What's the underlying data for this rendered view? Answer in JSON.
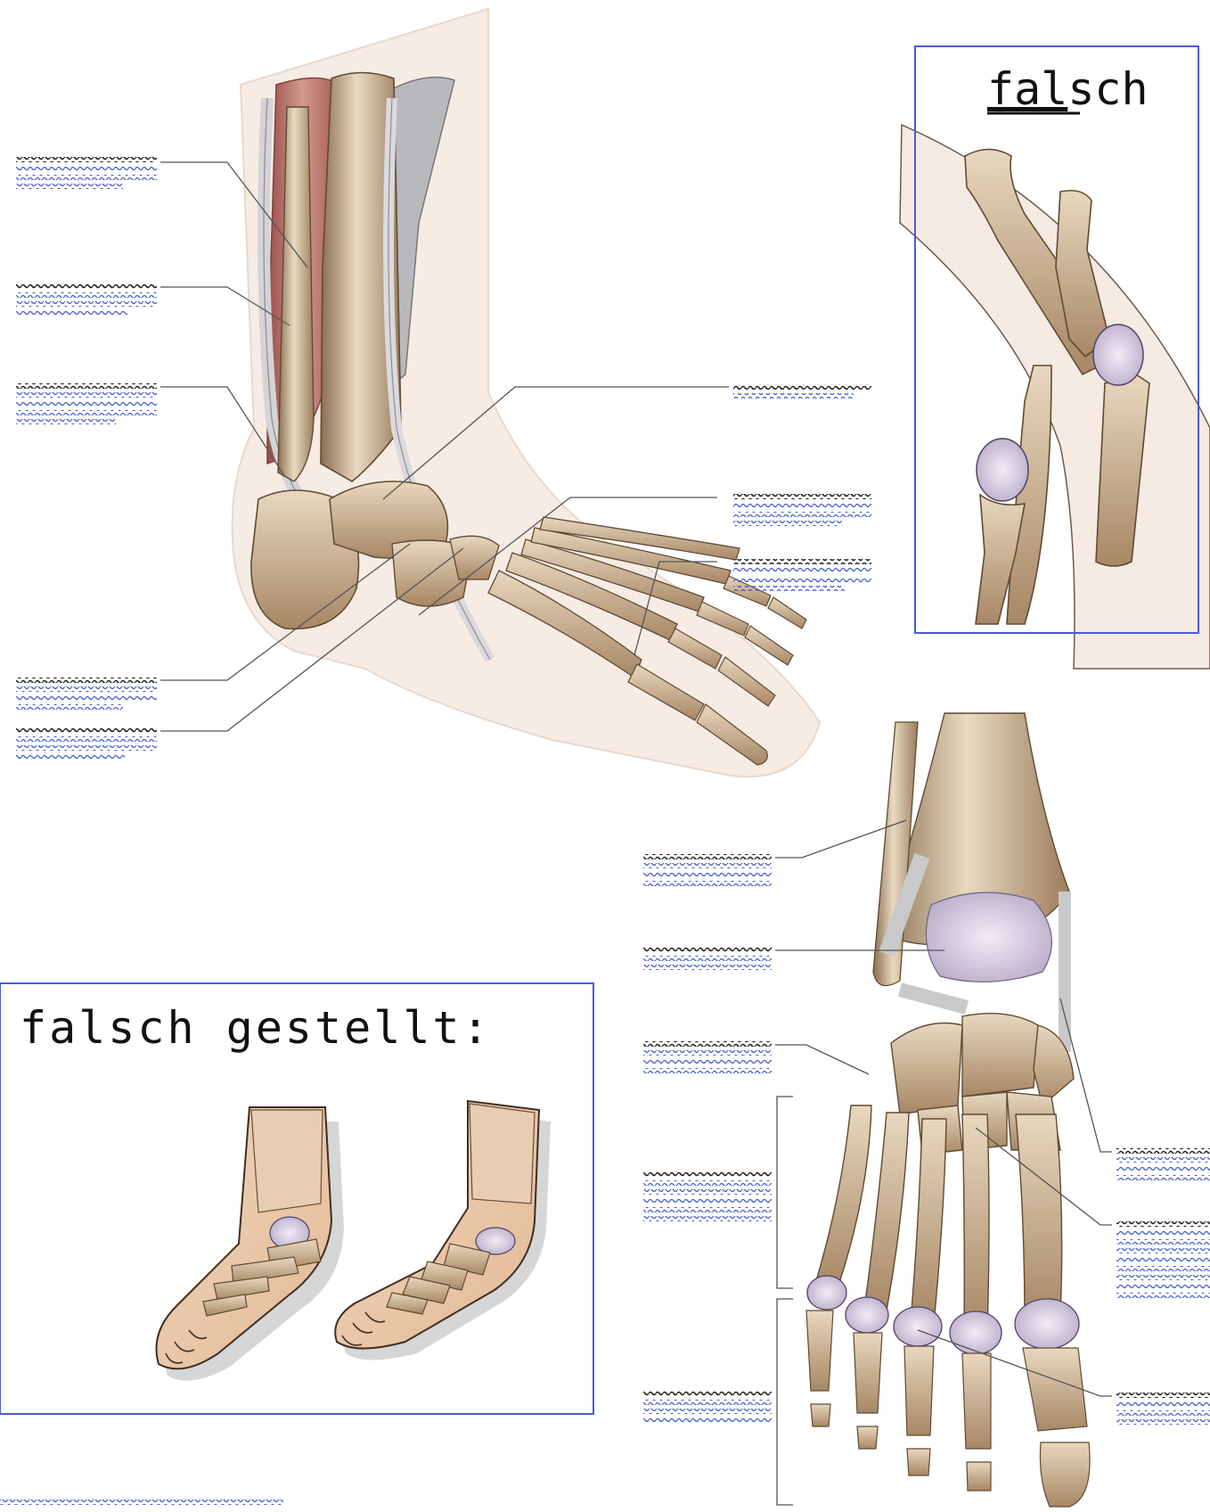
{
  "panel_top_right": {
    "title_underlined": "fal",
    "title_rest": "sch"
  },
  "panel_bottom_left": {
    "title": "falsch gestellt:"
  },
  "colors": {
    "bone": "#cdb596",
    "bone_shadow": "#8a6e4f",
    "bone_highlight": "#efe2cc",
    "skin": "#f6ebe2",
    "cartilage": "#dcd2e6",
    "muscle": "#b86e66",
    "tendon": "#d9d9d9",
    "frame": "#4a5bd3",
    "placeholder_dark": "#222222",
    "placeholder_blue": "#3f57c9"
  },
  "icons": [
    "ankle-lateral-illustration",
    "foot-dorsal-illustration",
    "hallux-valgus-illustration",
    "misaligned-feet-illustration"
  ]
}
